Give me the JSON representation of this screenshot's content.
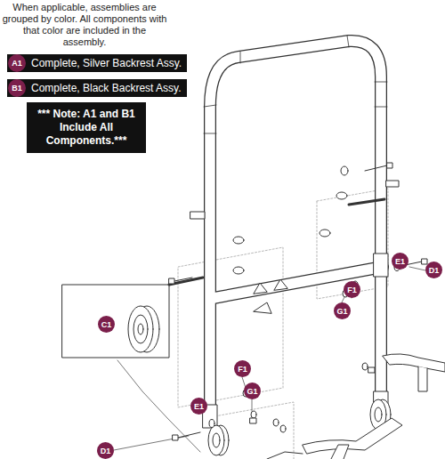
{
  "diagram": {
    "nodes": [
      {
        "text": [
          "A1",
          "Complete, Silver Backrest Assy."
        ]
      },
      {
        "text": [
          "B1",
          "Complete, Black Backrest Assy."
        ]
      },
      {
        "text": [
          "*** Note: A1 and B1 Include All Components.***"
        ]
      }
    ],
    "labels": [
      "When applicable, assemblies are grouped by color. All components with that color are included in the assembly.",
      "C1",
      "F1",
      "E1",
      "G1",
      "D1",
      "E1",
      "D1",
      "F1",
      "G1"
    ]
  }
}
